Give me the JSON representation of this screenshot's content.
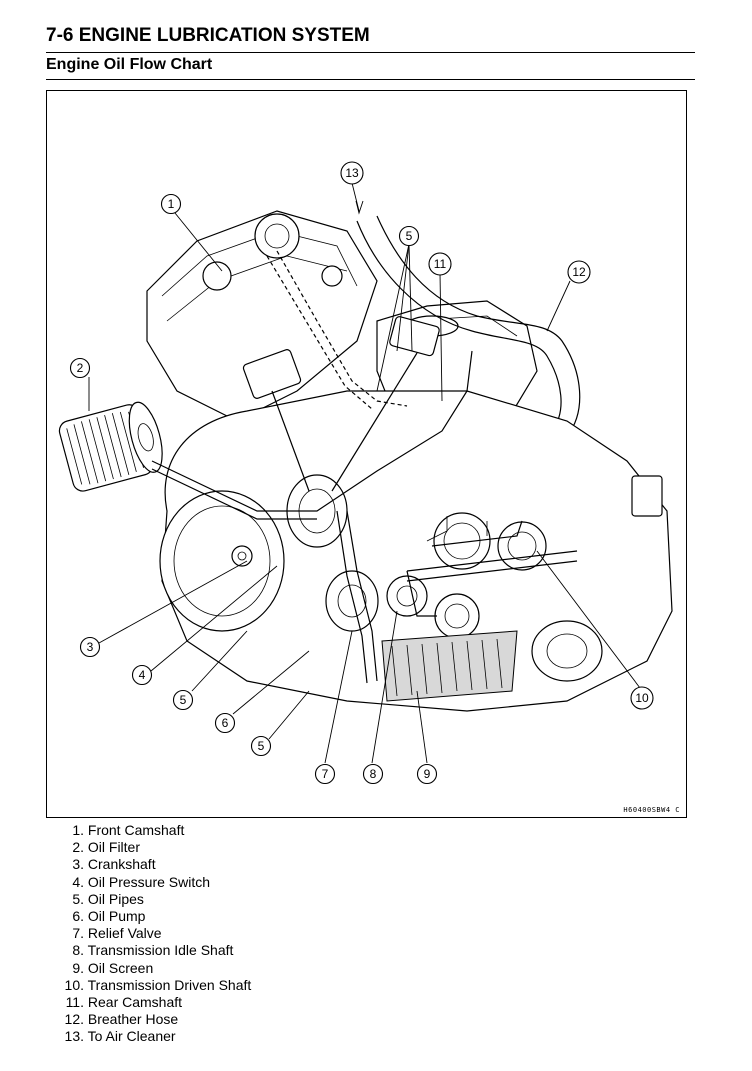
{
  "header": {
    "section_title": "7-6 ENGINE LUBRICATION SYSTEM",
    "subtitle": "Engine Oil Flow Chart"
  },
  "figure": {
    "code": "H60400SBW4 C",
    "callouts": [
      "1",
      "2",
      "3",
      "4",
      "5",
      "6",
      "7",
      "8",
      "9",
      "10",
      "11",
      "12",
      "13"
    ]
  },
  "legend": [
    {
      "num": "1.",
      "label": "Front Camshaft"
    },
    {
      "num": "2.",
      "label": "Oil Filter"
    },
    {
      "num": "3.",
      "label": "Crankshaft"
    },
    {
      "num": "4.",
      "label": "Oil Pressure Switch"
    },
    {
      "num": "5.",
      "label": "Oil Pipes"
    },
    {
      "num": "6.",
      "label": "Oil Pump"
    },
    {
      "num": "7.",
      "label": "Relief Valve"
    },
    {
      "num": "8.",
      "label": "Transmission Idle Shaft"
    },
    {
      "num": "9.",
      "label": "Oil Screen"
    },
    {
      "num": "10.",
      "label": "Transmission Driven Shaft"
    },
    {
      "num": "11.",
      "label": "Rear Camshaft"
    },
    {
      "num": "12.",
      "label": "Breather Hose"
    },
    {
      "num": "13.",
      "label": "To Air Cleaner"
    }
  ]
}
